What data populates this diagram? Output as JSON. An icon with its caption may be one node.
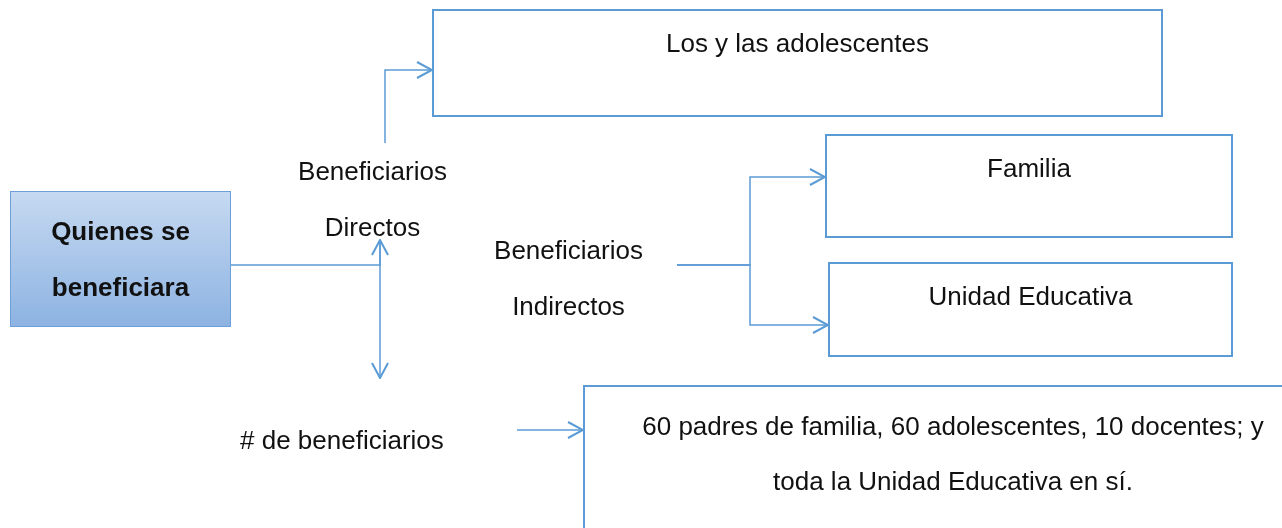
{
  "diagram": {
    "nodes": [
      {
        "text": [
          "Quienes se beneficiara"
        ]
      },
      {
        "text": [
          "Beneficiarios Directos"
        ]
      },
      {
        "text": [
          "Los y las adolescentes"
        ]
      },
      {
        "text": [
          "Beneficiarios Indirectos"
        ]
      },
      {
        "text": [
          "Familia"
        ]
      },
      {
        "text": [
          "Unidad Educativa"
        ]
      },
      {
        "text": [
          "# de beneficiarios"
        ]
      },
      {
        "text": [
          "60 padres de familia, 60 adolescentes, 10 docentes; y toda la Unidad Educativa en sí."
        ]
      }
    ],
    "edges": [
      {
        "from": 0,
        "to": 1,
        "arrow": "none"
      },
      {
        "from": 1,
        "to": 2,
        "arrow": "to"
      },
      {
        "from": 1,
        "to": 6,
        "arrow": "both"
      },
      {
        "from": 3,
        "to": 4,
        "arrow": "to"
      },
      {
        "from": 3,
        "to": 5,
        "arrow": "to"
      },
      {
        "from": 6,
        "to": 7,
        "arrow": "to"
      }
    ]
  }
}
